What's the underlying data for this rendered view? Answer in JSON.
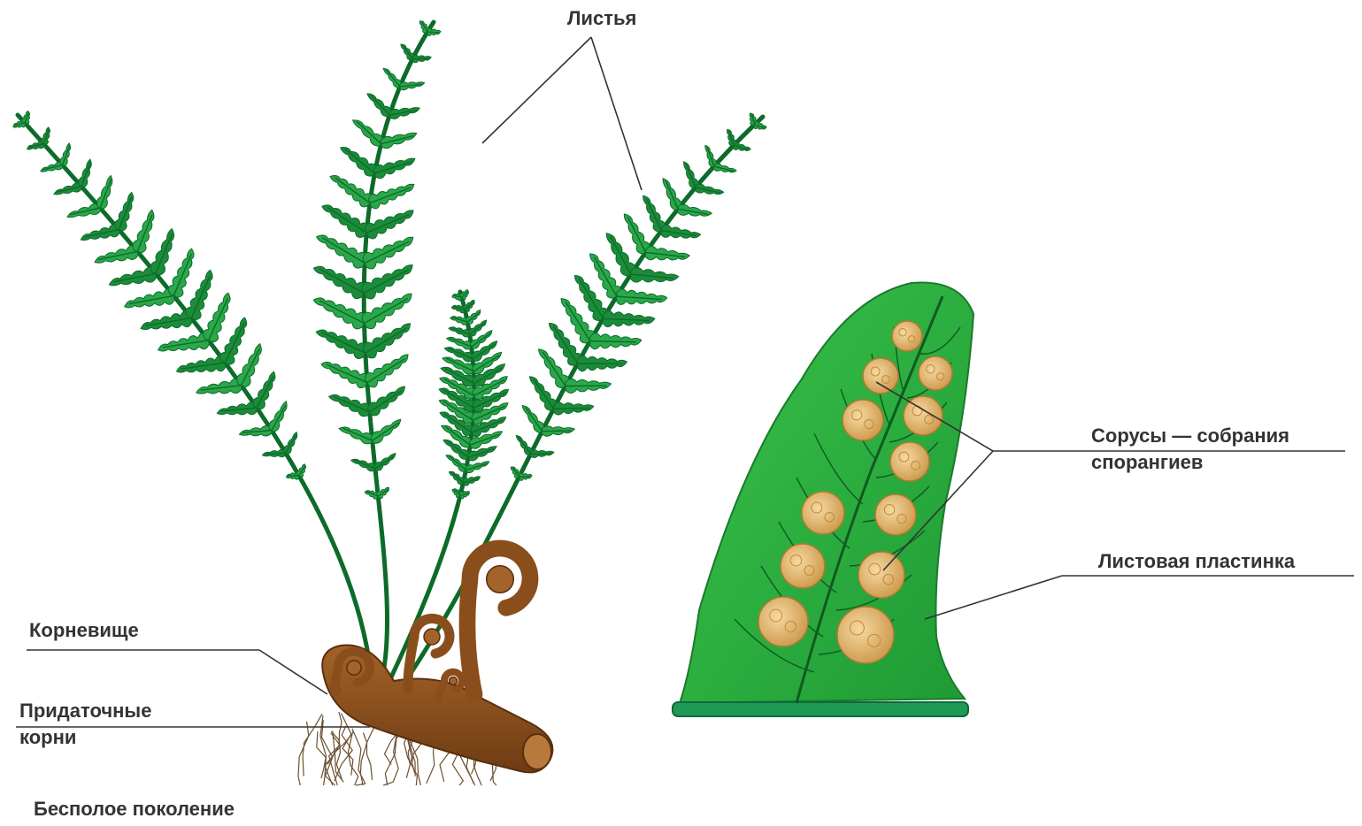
{
  "labels": {
    "leaves": "Листья",
    "sori_line1": "Сорусы — собрания",
    "sori_line2": "спорангиев",
    "leaf_blade": "Листовая пластинка",
    "rhizome": "Корневище",
    "roots_line1": "Придаточные",
    "roots_line2": "корни",
    "generation": "Бесполое поколение"
  },
  "colors": {
    "frond_dark": "#0d6b2a",
    "frond": "#1b8c3a",
    "frond_light": "#2aa84a",
    "pinna_bg": "#31b33f",
    "sorus": "#e7bf7a",
    "rhizome": "#8a4e1c",
    "root": "#6b5030",
    "leader": "#333333"
  },
  "icons": [
    "fern-frond-graphic",
    "rhizome-graphic",
    "pinna-closeup-graphic"
  ]
}
